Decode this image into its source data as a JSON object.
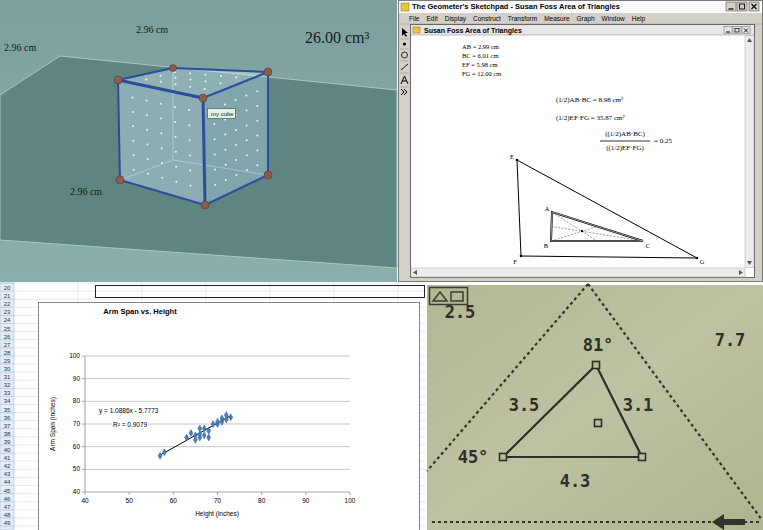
{
  "diagram": {
    "nodes": [
      {
        "text": [
          "my cube"
        ]
      },
      {
        "text": [
          "The Geometer's Sketchpad - Susan Foss Area of Triangles"
        ]
      },
      {
        "text": [
          "Susan Foss Area of Triangles"
        ],
        "in": 1
      },
      {
        "text": [
          "Arm Span vs. Height"
        ]
      }
    ],
    "labels": [
      "2.96 cm",
      "2.96 cm",
      "2.96 cm",
      "26.00 cm³",
      "File",
      "Edit",
      "Display",
      "Construct",
      "Transform",
      "Measure",
      "Graph",
      "Window",
      "Help",
      "AB = 2.99 cm",
      "BC = 6.01 cm",
      "EF = 5.98 cm",
      "FG = 12.00 cm",
      "(1/2)AB·BC = 8.98 cm²",
      "(1/2)EF·FG = 35.87 cm²",
      "((1/2)AB·BC)",
      "((1/2)EF·FG)",
      "= 0.25",
      "E",
      "A",
      "B",
      "C",
      "F",
      "G",
      "20",
      "21",
      "22",
      "23",
      "24",
      "25",
      "26",
      "27",
      "28",
      "29",
      "30",
      "31",
      "32",
      "33",
      "34",
      "35",
      "36",
      "37",
      "38",
      "39",
      "40",
      "41",
      "42",
      "43",
      "44",
      "45",
      "46",
      "47",
      "48",
      "49",
      "100",
      "90",
      "80",
      "70",
      "60",
      "50",
      "40",
      "Arm Span (inches)",
      "40",
      "50",
      "60",
      "70",
      "80",
      "90",
      "100",
      "Height (inches)",
      "y = 1.0886x - 5.7773",
      "R² = 0.9079",
      "2.5",
      "81°",
      "7.7",
      "3.5",
      "3.1",
      "45°",
      "4.3"
    ]
  }
}
